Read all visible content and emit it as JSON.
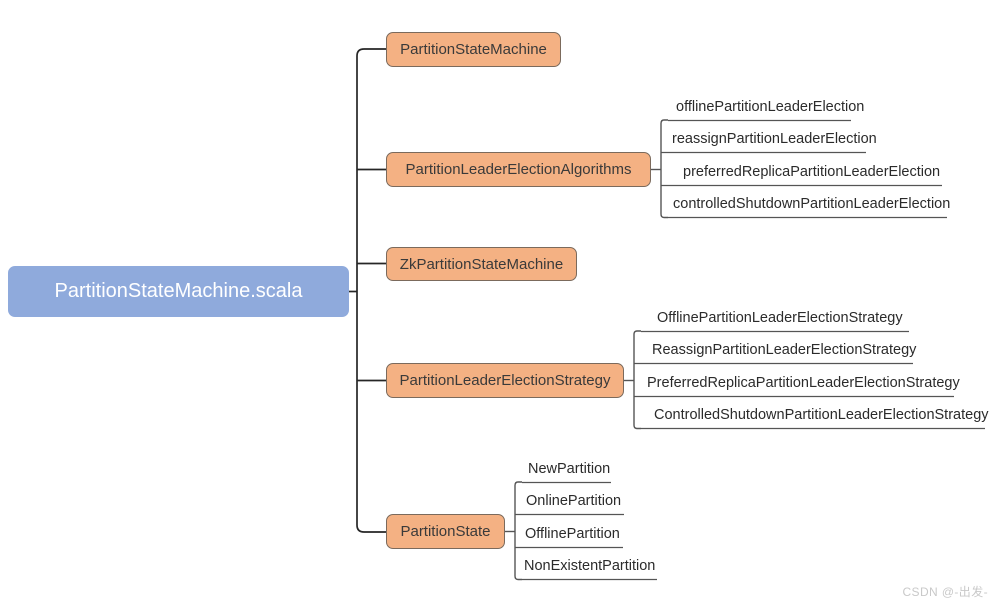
{
  "diagram": {
    "type": "mindmap",
    "title": "PartitionStateMachine.scala structure",
    "colors": {
      "root_fill": "#8FAADC",
      "root_text": "#ffffff",
      "branch_fill": "#F4B183",
      "branch_text": "#3a3a3a",
      "branch_border": "#7b6a5c",
      "leaf_text": "#2b2b2b",
      "edge": "#262626",
      "leaf_rule": "#5a5a5a",
      "background": "#ffffff",
      "watermark_text": "#c9c9c9"
    },
    "root": {
      "label": "PartitionStateMachine.scala"
    },
    "branches": [
      {
        "label": "PartitionStateMachine",
        "leaves": []
      },
      {
        "label": "PartitionLeaderElectionAlgorithms",
        "leaves": [
          "offlinePartitionLeaderElection",
          "reassignPartitionLeaderElection",
          "preferredReplicaPartitionLeaderElection",
          "controlledShutdownPartitionLeaderElection"
        ]
      },
      {
        "label": "ZkPartitionStateMachine",
        "leaves": []
      },
      {
        "label": "PartitionLeaderElectionStrategy",
        "leaves": [
          "OfflinePartitionLeaderElectionStrategy",
          "ReassignPartitionLeaderElectionStrategy",
          "PreferredReplicaPartitionLeaderElectionStrategy",
          "ControlledShutdownPartitionLeaderElectionStrategy"
        ]
      },
      {
        "label": "PartitionState",
        "leaves": [
          "NewPartition",
          "OnlinePartition",
          "OfflinePartition",
          "NonExistentPartition"
        ]
      }
    ]
  },
  "watermark": {
    "text": "CSDN @-出发-"
  }
}
